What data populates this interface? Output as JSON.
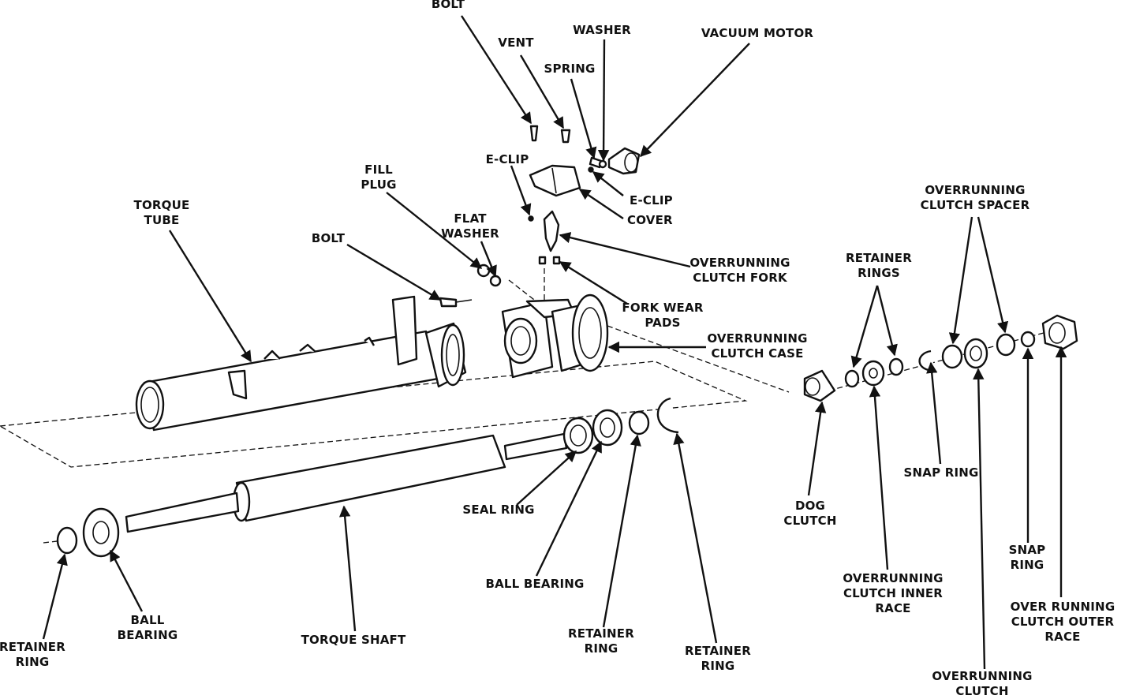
{
  "labels": {
    "bolt_top": [
      "BOLT"
    ],
    "vent": [
      "VENT"
    ],
    "washer": [
      "WASHER"
    ],
    "vacuum_motor": [
      "VACUUM MOTOR"
    ],
    "spring": [
      "SPRING"
    ],
    "e_clip_left": [
      "E-CLIP"
    ],
    "e_clip_right": [
      "E-CLIP"
    ],
    "cover": [
      "COVER"
    ],
    "fill_plug": [
      "FILL",
      "PLUG"
    ],
    "flat_washer": [
      "FLAT",
      "WASHER"
    ],
    "torque_tube": [
      "TORQUE",
      "TUBE"
    ],
    "bolt_mid": [
      "BOLT"
    ],
    "overrunning_clutch_fork": [
      "OVERRUNNING",
      "CLUTCH FORK"
    ],
    "fork_wear_pads": [
      "FORK WEAR",
      "PADS"
    ],
    "overrunning_clutch_case": [
      "OVERRUNNING",
      "CLUTCH CASE"
    ],
    "retainer_rings": [
      "RETAINER",
      "RINGS"
    ],
    "overrunning_clutch_spacer": [
      "OVERRUNNING",
      "CLUTCH SPACER"
    ],
    "snap_ring_1": [
      "SNAP RING"
    ],
    "dog_clutch": [
      "DOG",
      "CLUTCH"
    ],
    "seal_ring": [
      "SEAL RING"
    ],
    "ball_bearing_mid": [
      "BALL BEARING"
    ],
    "retainer_ring_mid": [
      "RETAINER",
      "RING"
    ],
    "retainer_ring_right": [
      "RETAINER",
      "RING"
    ],
    "torque_shaft": [
      "TORQUE SHAFT"
    ],
    "ball_bearing_left": [
      "BALL",
      "BEARING"
    ],
    "retainer_ring_left": [
      "RETAINER",
      "RING"
    ],
    "snap_ring_2": [
      "SNAP",
      "RING"
    ],
    "overrunning_clutch_inner_race": [
      "OVERRUNNING",
      "CLUTCH INNER",
      "RACE"
    ],
    "overrunning_clutch": [
      "OVERRUNNING",
      "CLUTCH"
    ],
    "overrunning_clutch_outer_race": [
      "OVER RUNNING",
      "CLUTCH OUTER",
      "RACE"
    ]
  }
}
